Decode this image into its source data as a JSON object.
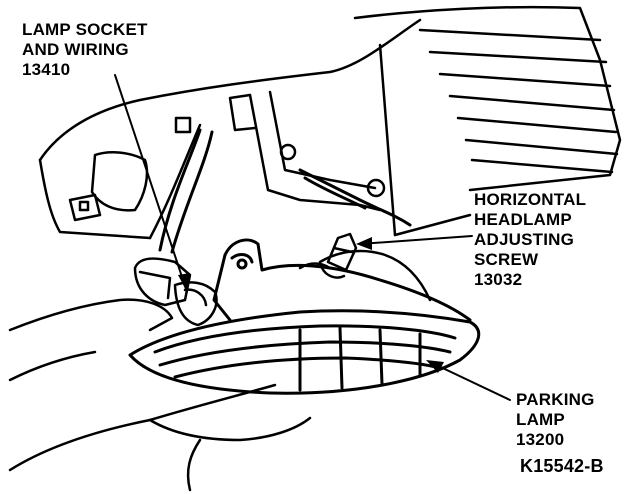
{
  "callouts": {
    "lamp_socket": {
      "line1": "LAMP SOCKET",
      "line2": "AND WIRING",
      "part_no": "13410"
    },
    "adjusting_screw": {
      "line1": "HORIZONTAL",
      "line2": "HEADLAMP",
      "line3": "ADJUSTING",
      "line4": "SCREW",
      "part_no": "13032"
    },
    "parking_lamp": {
      "line1": "PARKING",
      "line2": "LAMP",
      "part_no": "13200"
    }
  },
  "figure_id": "K15542-B",
  "colors": {
    "ink": "#000000",
    "paper": "#ffffff"
  }
}
